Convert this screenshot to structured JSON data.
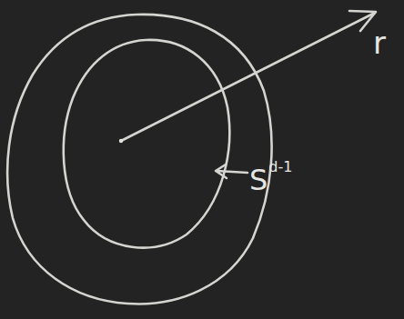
{
  "diagram": {
    "labels": [
      "r",
      "S",
      "d-1"
    ]
  }
}
